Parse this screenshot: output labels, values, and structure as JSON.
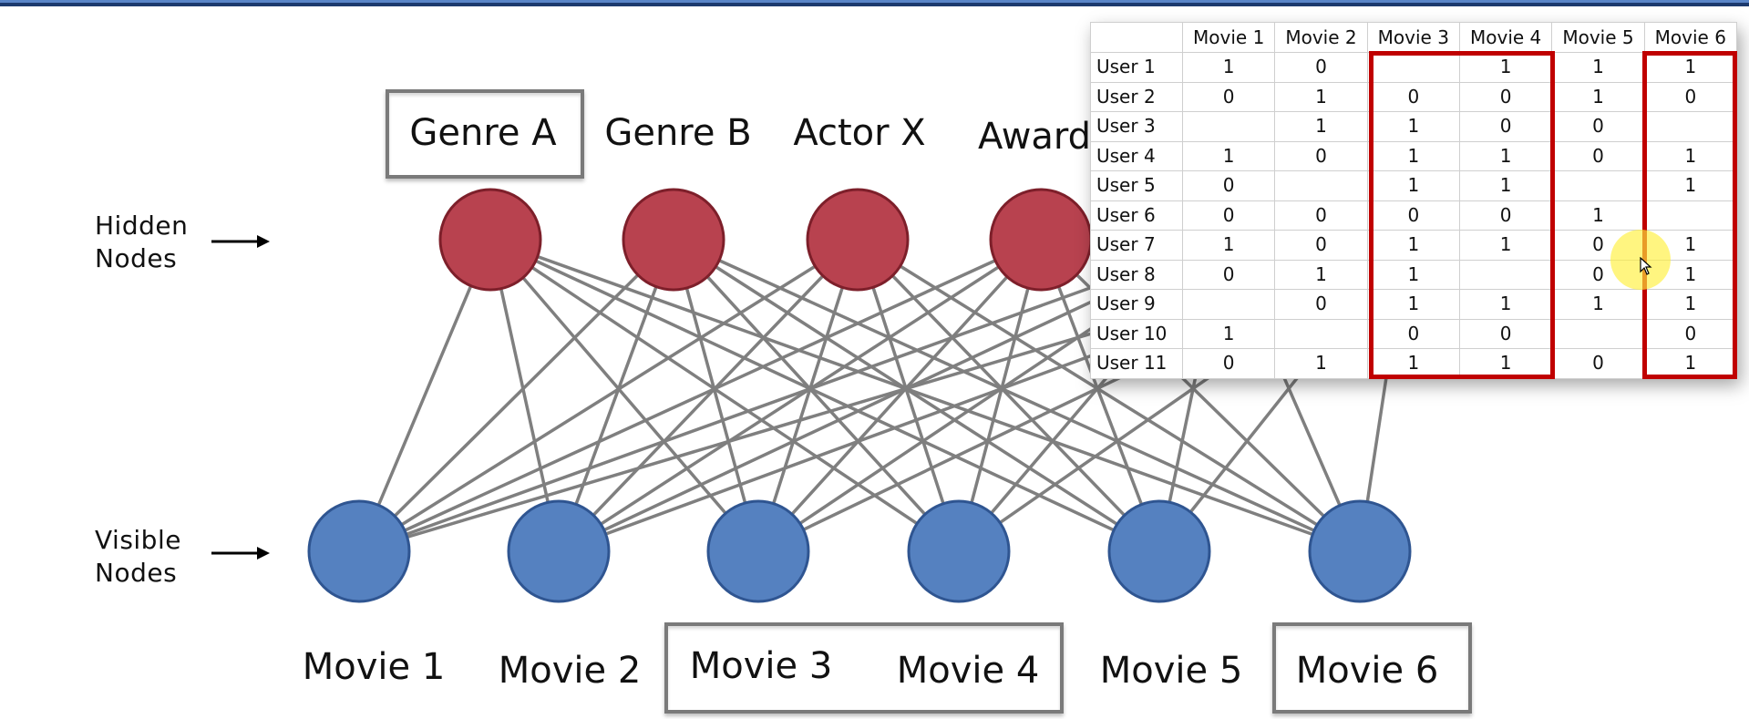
{
  "diagram": {
    "title": "Restricted Boltzmann Machine — movie recommendation",
    "hidden_layer_label": [
      "Hidden",
      "Nodes"
    ],
    "visible_layer_label": [
      "Visible",
      "Nodes"
    ],
    "hidden_nodes": [
      {
        "label": "Genre A",
        "highlighted": true
      },
      {
        "label": "Genre B",
        "highlighted": false
      },
      {
        "label": "Actor X",
        "highlighted": false
      },
      {
        "label": "Award",
        "highlighted": false
      },
      {
        "label": "",
        "highlighted": false
      },
      {
        "label": "",
        "highlighted": false
      }
    ],
    "visible_nodes": [
      {
        "label": "Movie 1"
      },
      {
        "label": "Movie 2"
      },
      {
        "label": "Movie 3"
      },
      {
        "label": "Movie 4"
      },
      {
        "label": "Movie 5"
      },
      {
        "label": "Movie 6"
      }
    ],
    "highlighted_visible_groups": [
      [
        "Movie 3",
        "Movie 4"
      ],
      [
        "Movie 6"
      ]
    ],
    "connectivity": "fully-connected",
    "colors": {
      "hidden_fill": "#b8424f",
      "hidden_stroke": "#7d1f2a",
      "visible_fill": "#5581c0",
      "visible_stroke": "#2f5591",
      "edge": "#7f7f7f",
      "highlight_box": "#7a7a7a",
      "table_highlight": "#c00000"
    }
  },
  "ratings_table": {
    "columns": [
      "Movie 1",
      "Movie 2",
      "Movie 3",
      "Movie 4",
      "Movie 5",
      "Movie 6"
    ],
    "highlighted_columns": [
      "Movie 3",
      "Movie 4",
      "Movie 6"
    ],
    "rows": [
      {
        "user": "User 1",
        "values": [
          "1",
          "0",
          "",
          "1",
          "1",
          "1"
        ]
      },
      {
        "user": "User 2",
        "values": [
          "0",
          "1",
          "0",
          "0",
          "1",
          "0"
        ]
      },
      {
        "user": "User 3",
        "values": [
          "",
          "1",
          "1",
          "0",
          "0",
          ""
        ]
      },
      {
        "user": "User 4",
        "values": [
          "1",
          "0",
          "1",
          "1",
          "0",
          "1"
        ]
      },
      {
        "user": "User 5",
        "values": [
          "0",
          "",
          "1",
          "1",
          "",
          "1"
        ]
      },
      {
        "user": "User 6",
        "values": [
          "0",
          "0",
          "0",
          "0",
          "1",
          ""
        ]
      },
      {
        "user": "User 7",
        "values": [
          "1",
          "0",
          "1",
          "1",
          "0",
          "1"
        ]
      },
      {
        "user": "User 8",
        "values": [
          "0",
          "1",
          "1",
          "",
          "0",
          "1"
        ]
      },
      {
        "user": "User 9",
        "values": [
          "",
          "0",
          "1",
          "1",
          "1",
          "1"
        ]
      },
      {
        "user": "User 10",
        "values": [
          "1",
          "",
          "0",
          "0",
          "",
          "0"
        ]
      },
      {
        "user": "User 11",
        "values": [
          "0",
          "1",
          "1",
          "1",
          "0",
          "1"
        ]
      }
    ]
  }
}
